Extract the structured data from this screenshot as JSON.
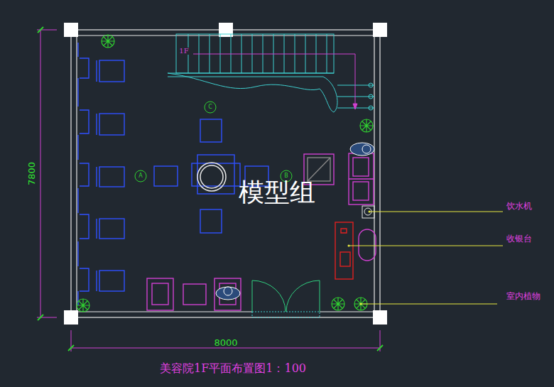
{
  "diagram": {
    "caption": "美容院1F平面布置图1：100",
    "labels": [
      "1F",
      "7800",
      "8000",
      "模型组",
      "饮水机",
      "收银台",
      "室内植物",
      "A",
      "B",
      "C"
    ]
  }
}
